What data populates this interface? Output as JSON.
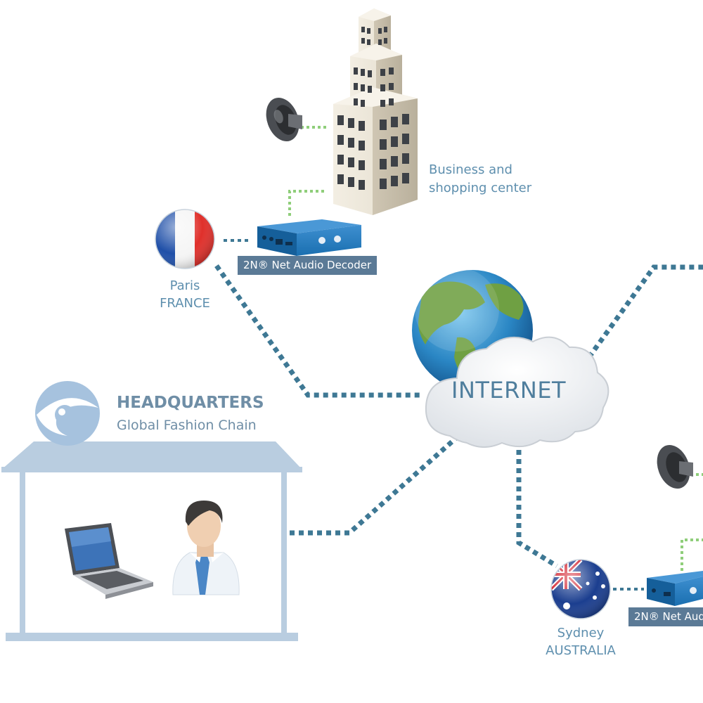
{
  "internet": {
    "label": "INTERNET"
  },
  "business": {
    "line1": "Business and",
    "line2": "shopping center"
  },
  "paris": {
    "city": "Paris",
    "country": "FRANCE",
    "device": "2N® Net Audio Decoder"
  },
  "sydney": {
    "city": "Sydney",
    "country": "AUSTRALIA",
    "device": "2N® Net Aud"
  },
  "headquarters": {
    "title": "HEADQUARTERS",
    "subtitle": "Global Fashion Chain"
  },
  "colors": {
    "link": "#3e7894",
    "device": "#1a6fb0",
    "label_bg": "#5b7a96",
    "text": "#5e8fae",
    "green_link": "#8fce7a"
  },
  "icons": [
    "speaker-icon",
    "building-icon",
    "globe-icon",
    "cloud-icon",
    "france-flag-icon",
    "australia-flag-icon",
    "laptop-icon",
    "businessman-icon",
    "eye-logo-icon",
    "audio-decoder-icon"
  ]
}
